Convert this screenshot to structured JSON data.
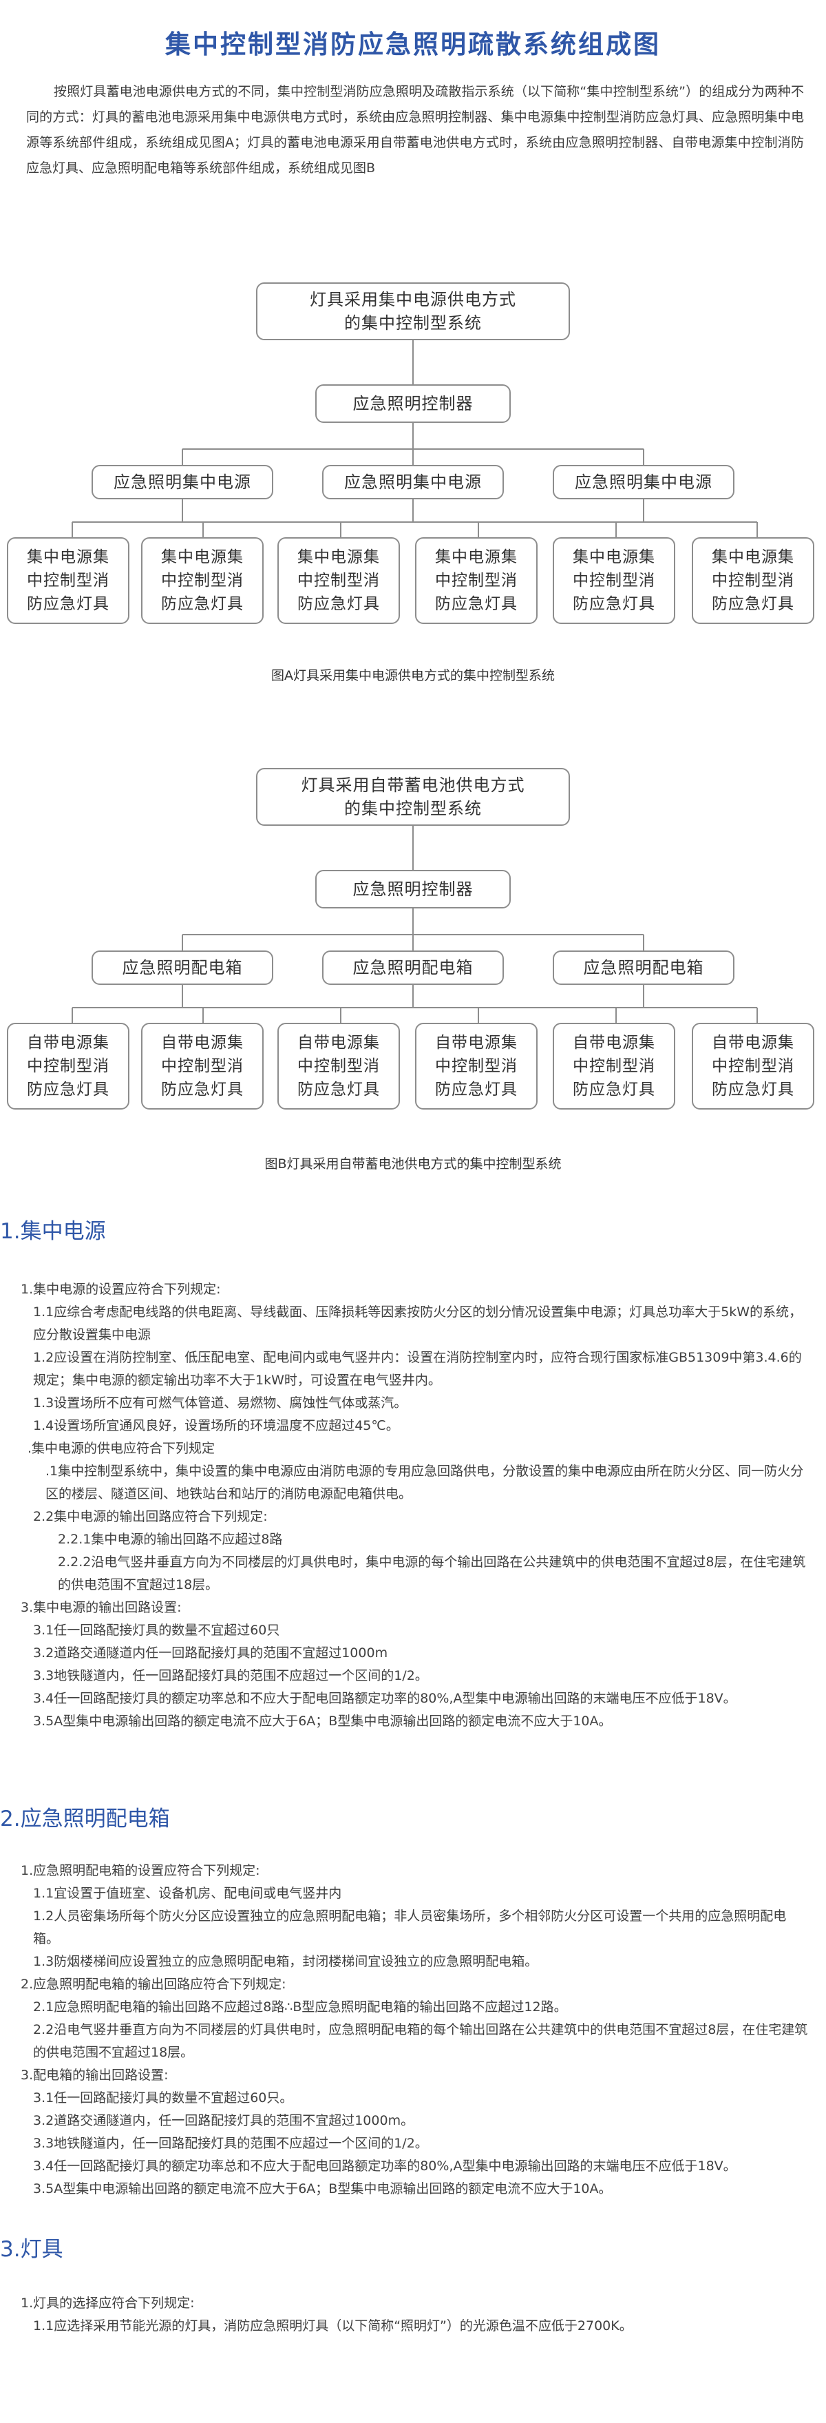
{
  "title": "集中控制型消防应急照明疏散系统组成图",
  "intro": "按照灯具蓄电池电源供电方式的不同，集中控制型消防应急照明及疏散指示系统（以下简称“集中控制型系统”）的组成分为两种不同的方式：灯具的蓄电池电源采用集中电源供电方式时，系统由应急照明控制器、集中电源集中控制型消防应急灯具、应急照明集中电源等系统部件组成，系统组成见图A；灯具的蓄电池电源采用自带蓄电池供电方式时，系统由应急照明控制器、自带电源集中控制消防应急灯具、应急照明配电箱等系统部件组成，系统组成见图B",
  "diagramA": {
    "root": [
      "灯具采用集中电源供电方式",
      "的集中控制型系统"
    ],
    "controller": "应急照明控制器",
    "groups": [
      "应急照明集中电源",
      "应急照明集中电源",
      "应急照明集中电源"
    ],
    "leaves": [
      [
        "集中电源集",
        "中控制型消",
        "防应急灯具"
      ],
      [
        "集中电源集",
        "中控制型消",
        "防应急灯具"
      ],
      [
        "集中电源集",
        "中控制型消",
        "防应急灯具"
      ],
      [
        "集中电源集",
        "中控制型消",
        "防应急灯具"
      ],
      [
        "集中电源集",
        "中控制型消",
        "防应急灯具"
      ],
      [
        "集中电源集",
        "中控制型消",
        "防应急灯具"
      ]
    ],
    "caption": "图A灯具采用集中电源供电方式的集中控制型系统"
  },
  "diagramB": {
    "root": [
      "灯具采用自带蓄电池供电方式",
      "的集中控制型系统"
    ],
    "controller": "应急照明控制器",
    "groups": [
      "应急照明配电箱",
      "应急照明配电箱",
      "应急照明配电箱"
    ],
    "leaves": [
      [
        "自带电源集",
        "中控制型消",
        "防应急灯具"
      ],
      [
        "自带电源集",
        "中控制型消",
        "防应急灯具"
      ],
      [
        "自带电源集",
        "中控制型消",
        "防应急灯具"
      ],
      [
        "自带电源集",
        "中控制型消",
        "防应急灯具"
      ],
      [
        "自带电源集",
        "中控制型消",
        "防应急灯具"
      ],
      [
        "自带电源集",
        "中控制型消",
        "防应急灯具"
      ]
    ],
    "caption": "图B灯具采用自带蓄电池供电方式的集中控制型系统"
  },
  "sections": [
    {
      "title": "1.集中电源",
      "lines": [
        "1.集中电源的设置应符合下列规定:",
        "1.1应综合考虑配电线路的供电距离、导线截面、压降损耗等因素按防火分区的划分情况设置集中电源；灯具总功率大于5kW的系统，应分散设置集中电源",
        "1.2应设置在消防控制室、低压配电室、配电间内或电气竖井内：设置在消防控制室内时，应符合现行国家标准GB51309中第3.4.6的规定；集中电源的额定输出功率不大于1kW时，可设置在电气竖井内。",
        "1.3设置场所不应有可燃气体管道、易燃物、腐蚀性气体或蒸汽。",
        "1.4设置场所宜通风良好，设置场所的环境温度不应超过45℃。",
        ".集中电源的供电应符合下列规定",
        ".1集中控制型系统中，集中设置的集中电源应由消防电源的专用应急回路供电，分散设置的集中电源应由所在防火分区、同一防火分区的楼层、隧道区间、地铁站台和站厅的消防电源配电箱供电。",
        "2.2集中电源的输出回路应符合下列规定:",
        "2.2.1集中电源的输出回路不应超过8路",
        "2.2.2沿电气竖井垂直方向为不同楼层的灯具供电时，集中电源的每个输出回路在公共建筑中的供电范围不宜超过8层，在住宅建筑的供电范围不宜超过18层。",
        "3.集中电源的输出回路设置:",
        "3.1任一回路配接灯具的数量不宜超过60只",
        "3.2道路交通隧道内任一回路配接灯具的范围不宜超过1000m",
        "3.3地铁隧道内，任一回路配接灯具的范围不应超过一个区间的1/2。",
        "3.4任一回路配接灯具的额定功率总和不应大于配电回路额定功率的80%,A型集中电源输出回路的末端电压不应低于18V。",
        "3.5A型集中电源输出回路的额定电流不应大于6A；B型集中电源输出回路的额定电流不应大于10A。"
      ]
    },
    {
      "title": "2.应急照明配电箱",
      "lines": [
        "1.应急照明配电箱的设置应符合下列规定:",
        "1.1宜设置于值班室、设备机房、配电间或电气竖井内",
        "1.2人员密集场所每个防火分区应设置独立的应急照明配电箱；非人员密集场所，多个相邻防火分区可设置一个共用的应急照明配电箱。",
        "1.3防烟楼梯间应设置独立的应急照明配电箱，封闭楼梯间宜设独立的应急照明配电箱。",
        "2.应急照明配电箱的输出回路应符合下列规定:",
        "2.1应急照明配电箱的输出回路不应超过8路∴B型应急照明配电箱的输出回路不应超过12路。",
        "2.2沿电气竖井垂直方向为不同楼层的灯具供电时，应急照明配电箱的每个输出回路在公共建筑中的供电范围不宜超过8层，在住宅建筑的供电范围不宜超过18层。",
        "3.配电箱的输出回路设置:",
        "3.1任一回路配接灯具的数量不宜超过60只。",
        "3.2道路交通隧道内，任一回路配接灯具的范围不宜超过1000m。",
        "3.3地铁隧道内，任一回路配接灯具的范围不应超过一个区间的1/2。",
        "3.4任一回路配接灯具的额定功率总和不应大于配电回路额定功率的80%,A型集中电源输出回路的末端电压不应低于18V。",
        "3.5A型集中电源输出回路的额定电流不应大于6A；B型集中电源输出回路的额定电流不应大于10A。"
      ]
    },
    {
      "title": "3.灯具",
      "lines": [
        "1.灯具的选择应符合下列规定:",
        "1.1应选择采用节能光源的灯具，消防应急照明灯具（以下简称“照明灯”）的光源色温不应低于2700K。"
      ]
    }
  ]
}
